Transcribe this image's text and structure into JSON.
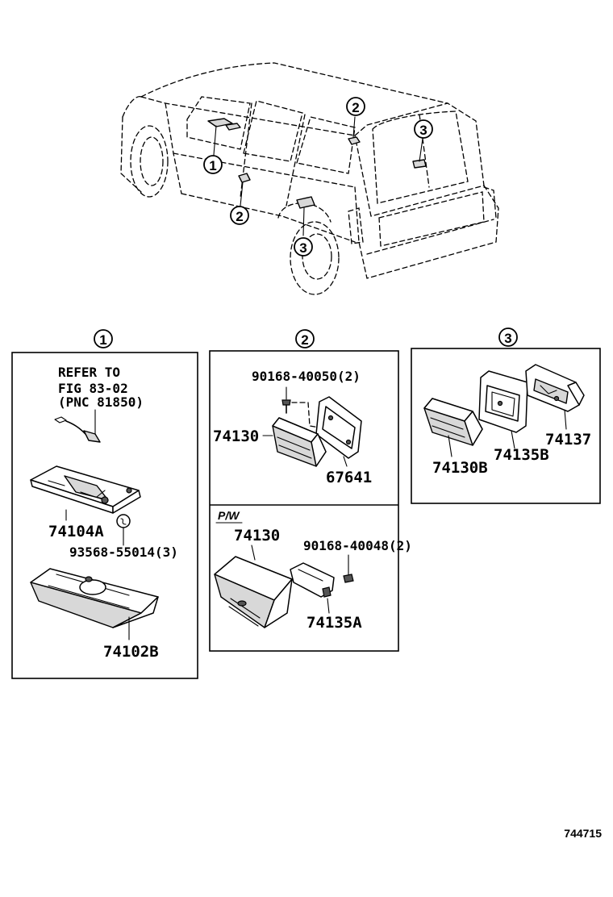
{
  "callouts": {
    "c1": "1",
    "c2": "2",
    "c3": "3"
  },
  "vehicle_callouts": [
    "1",
    "2",
    "2",
    "3",
    "3"
  ],
  "panel1": {
    "header": "1",
    "refer_line1": "REFER TO",
    "refer_line2": "FIG 83-02",
    "refer_line3": "(PNC 81850)",
    "part_a": "74104A",
    "part_b": "93568-55014(3)",
    "part_c": "74102B"
  },
  "panel2": {
    "header": "2",
    "screw": "90168-40050(2)",
    "part_a": "74130",
    "part_b": "67641",
    "sub_title": "P/W",
    "sub_part_a": "74130",
    "sub_screw": "90168-40048(2)",
    "sub_part_b": "74135A"
  },
  "panel3": {
    "header": "3",
    "part_a": "74130B",
    "part_b": "74135B",
    "part_c": "74137"
  },
  "figure_number": "744715"
}
